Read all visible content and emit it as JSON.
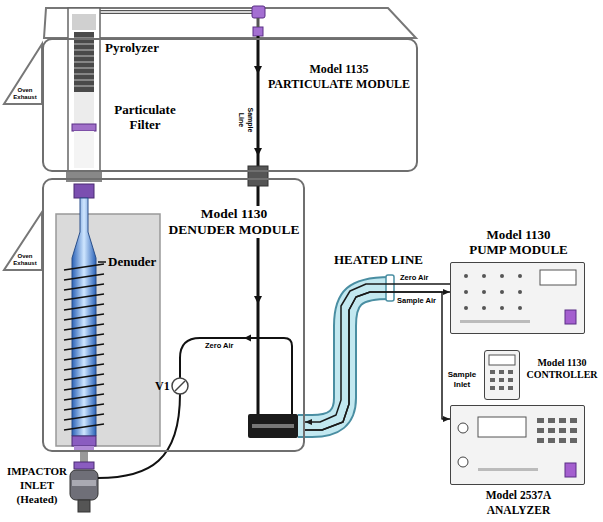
{
  "diagram": {
    "nodes": [
      {
        "text": [
          "Model 1135 PARTICULATE MODULE"
        ]
      },
      {
        "text": [
          "Model 1130 DENUDER MODULE"
        ]
      },
      {
        "text": [
          "Model 1130 PUMP MODULE"
        ]
      },
      {
        "text": [
          "Model 1130 CONTROLLER"
        ]
      },
      {
        "text": [
          "Model 2537A ANALYZER"
        ]
      }
    ],
    "edges": [
      {
        "from": 2,
        "to": 1,
        "arrow": "to",
        "label": "Zero Air"
      },
      {
        "from": 1,
        "to": 2,
        "arrow": "to",
        "label": "Sample Air"
      },
      {
        "from": 1,
        "to": 4,
        "arrow": "to",
        "label": "Sample Inlet"
      }
    ],
    "labels": [
      "Pyrolyzer",
      "Particulate Filter",
      "Oven Exhaust",
      "Sample Line",
      "Oven Exhaust",
      "Denuder",
      "Zero Air",
      "V1",
      "IMPACTOR INLET (Heated)",
      "HEATED LINE"
    ]
  }
}
